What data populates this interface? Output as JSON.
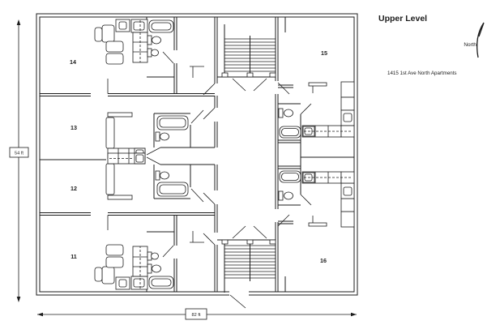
{
  "title": "Upper Level",
  "address": "1415 1st Ave North Apartments",
  "compass": {
    "label": "North"
  },
  "dimensions": {
    "vertical": "54 ft",
    "horizontal": "82 ft"
  },
  "units": {
    "u11": "11",
    "u12": "12",
    "u13": "13",
    "u14": "14",
    "u15": "15",
    "u16": "16"
  },
  "colors": {
    "line": "#1c1c1c",
    "background": "#ffffff"
  }
}
